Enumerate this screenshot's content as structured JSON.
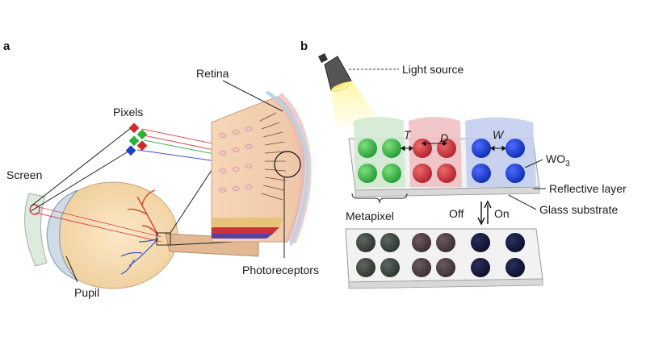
{
  "panel_a": {
    "letter": "a",
    "labels": {
      "pixels": "Pixels",
      "retina": "Retina",
      "screen": "Screen",
      "pupil": "Pupil",
      "photoreceptors": "Photoreceptors"
    }
  },
  "panel_b": {
    "letter": "b",
    "labels": {
      "light_source": "Light source",
      "t": "T",
      "d": "D",
      "w": "W",
      "wo3_main": "WO",
      "wo3_sub": "3",
      "reflective_layer": "Reflective layer",
      "glass_substrate": "Glass substrate",
      "metapixel": "Metapixel",
      "off": "Off",
      "on": "On"
    }
  },
  "colors": {
    "green": "#3fb84a",
    "red": "#c8343a",
    "blue": "#1a3fc8",
    "off_green": "#3d4540",
    "off_red": "#4a3d40",
    "off_blue": "#15183a"
  }
}
